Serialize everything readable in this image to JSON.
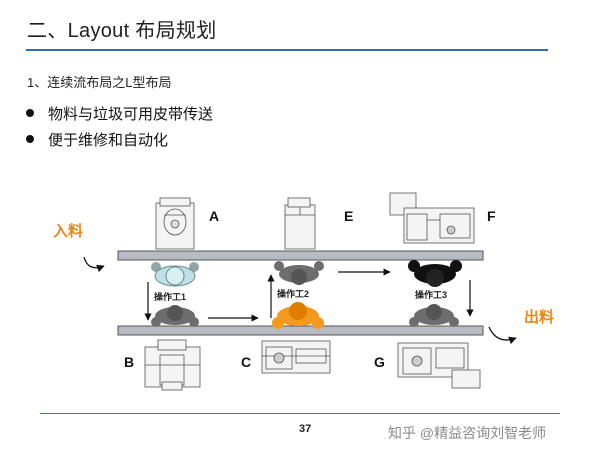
{
  "slide": {
    "title": "二、Layout 布局规划",
    "subtitle": "1、连续流布局之L型布局",
    "bullets": [
      "物料与垃圾可用皮带传送",
      "便于维修和自动化"
    ],
    "page_number": "37",
    "watermark": "知乎 @精益咨询刘智老师"
  },
  "diagram": {
    "input_label": "入料",
    "output_label": "出料",
    "station_letters": [
      "A",
      "E",
      "F",
      "B",
      "C",
      "G"
    ],
    "operators": [
      "操作工1",
      "操作工2",
      "操作工3"
    ],
    "colors": {
      "input_output": "#e8891a",
      "conveyor_fill": "#b8bcc2",
      "operator_1": "#bfe0e6",
      "operator_2": "#f39a1e",
      "operator_3": "#111111",
      "operator_grey": "#6d6d6d",
      "rule": "#2f6fb0"
    }
  }
}
